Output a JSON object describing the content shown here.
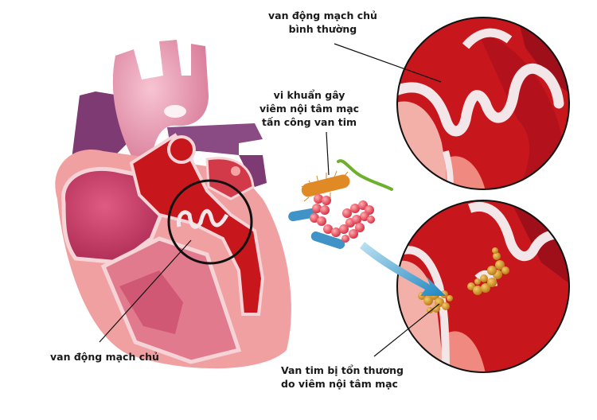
{
  "labels": {
    "normal_valve": {
      "line1": "van động mạch chủ",
      "line2": "bình thường"
    },
    "bacteria": {
      "line1": "vi khuẩn gây",
      "line2": "viêm nội tâm mạc",
      "line3": "tấn công van tim"
    },
    "aortic_valve": {
      "line1": "van động mạch chủ"
    },
    "damaged_valve": {
      "line1": "Van tim bị tổn thương",
      "line2": "do viêm nội tâm mạc"
    }
  },
  "colors": {
    "background": "#ffffff",
    "blood_red": "#c8171c",
    "dark_red": "#9e0f1a",
    "tissue_pink": "#e8868a",
    "valve_white": "#f2e6e8",
    "aorta_pink": "#e9a0b3",
    "vein_purple": "#7d3a73",
    "muscle_magenta": "#c23a64",
    "vegetation_orange": "#d9952b",
    "arrow_blue": "#2a90c4",
    "bacteria_orange": "#e08a25",
    "bacteria_green": "#6cb02b",
    "bacteria_blue": "#3f93c6",
    "cocci_red": "#e8424d",
    "label_text": "#1a1a1a"
  }
}
